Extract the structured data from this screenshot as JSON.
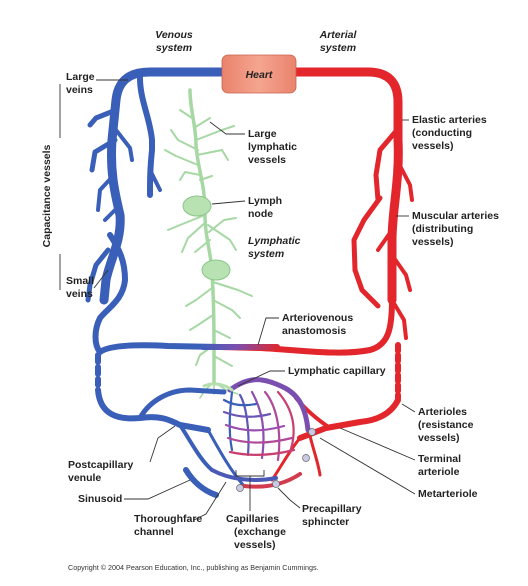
{
  "headers": {
    "venous_line1": "Venous",
    "venous_line2": "system",
    "arterial_line1": "Arterial",
    "arterial_line2": "system",
    "lymphatic_line1": "Lymphatic",
    "lymphatic_line2": "system"
  },
  "heart_label": "Heart",
  "side_label": "Capacitance vessels",
  "labels": {
    "large_veins": [
      "Large",
      "veins"
    ],
    "small_veins": [
      "Small",
      "veins"
    ],
    "large_lymphatic_vessels": [
      "Large",
      "lymphatic",
      "vessels"
    ],
    "lymph_node": [
      "Lymph",
      "node"
    ],
    "elastic_arteries": [
      "Elastic arteries",
      "(conducting",
      "vessels)"
    ],
    "muscular_arteries": [
      "Muscular arteries",
      "(distributing",
      "vessels)"
    ],
    "arteriovenous_anastomosis": [
      "Arteriovenous",
      "anastomosis"
    ],
    "lymphatic_capillary": [
      "Lymphatic capillary"
    ],
    "arterioles": [
      "Arterioles",
      "(resistance",
      "vessels)"
    ],
    "terminal_arteriole": [
      "Terminal",
      "arteriole"
    ],
    "metarteriole": [
      "Metarteriole"
    ],
    "postcapillary_venule": [
      "Postcapillary",
      "venule"
    ],
    "sinusoid": [
      "Sinusoid"
    ],
    "thoroughfare_channel": [
      "Thoroughfare",
      "channel"
    ],
    "capillaries": [
      "Capillaries",
      "(exchange",
      "vessels)"
    ],
    "precapillary_sphincter": [
      "Precapillary",
      "sphincter"
    ]
  },
  "copyright": "Copyright © 2004 Pearson Education, Inc., publishing as Benjamin Cummings.",
  "colors": {
    "vein": "#3a5fb8",
    "artery": "#e2262b",
    "lymphatic": "#a6d8a4",
    "heart": "#f0907c",
    "capillary_mix": "#9a4fb0"
  }
}
